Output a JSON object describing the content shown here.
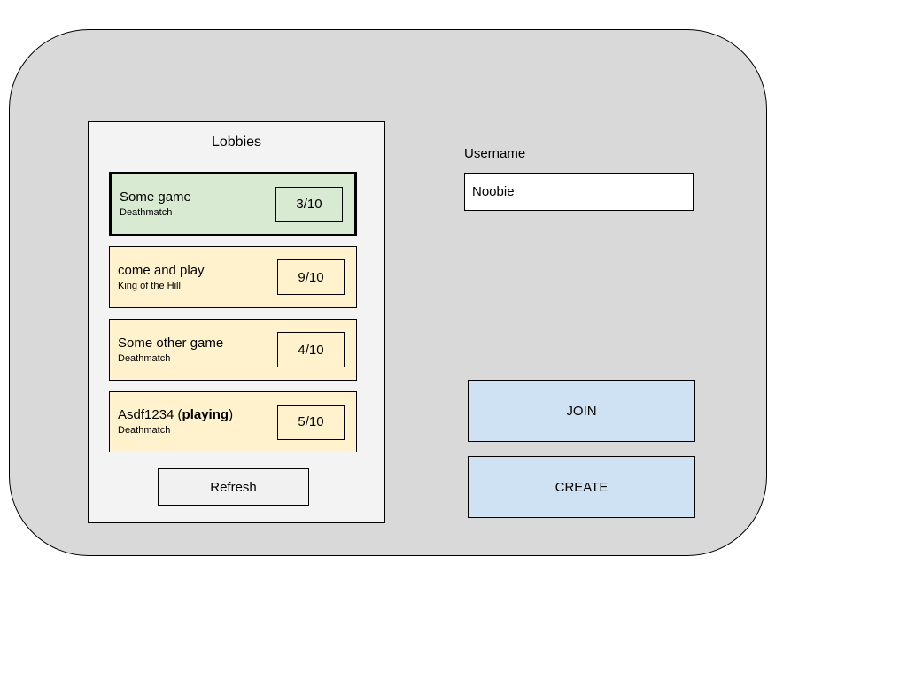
{
  "panel": {
    "title": "Lobbies",
    "refresh_label": "Refresh",
    "lobbies": [
      {
        "name_prefix": "Some game",
        "name_bold": "",
        "name_suffix": "",
        "mode": "Deathmatch",
        "players": "3/10",
        "selected": true
      },
      {
        "name_prefix": "come and play",
        "name_bold": "",
        "name_suffix": "",
        "mode": "King of the Hill",
        "players": "9/10",
        "selected": false
      },
      {
        "name_prefix": "Some other game",
        "name_bold": "",
        "name_suffix": "",
        "mode": "Deathmatch",
        "players": "4/10",
        "selected": false
      },
      {
        "name_prefix": "Asdf1234 (",
        "name_bold": "playing",
        "name_suffix": ")",
        "mode": "Deathmatch",
        "players": "5/10",
        "selected": false
      }
    ]
  },
  "form": {
    "username_label": "Username",
    "username_value": "Noobie",
    "join_label": "JOIN",
    "create_label": "CREATE"
  },
  "colors": {
    "container_bg": "#d9d9d9",
    "panel_bg": "#f3f3f3",
    "selected_lobby_bg": "#d9ead3",
    "lobby_bg": "#fff2cc",
    "action_button_bg": "#cfe2f3",
    "border": "#000000"
  }
}
